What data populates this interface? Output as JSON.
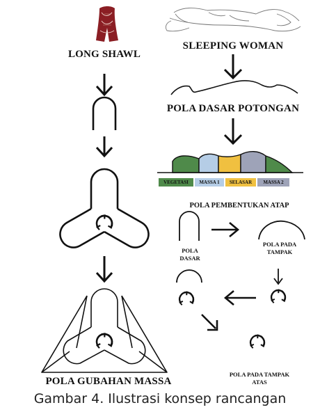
{
  "labels": {
    "long_shawl": "LONG SHAWL",
    "sleeping_woman": "SLEEPING WOMAN",
    "pola_dasar_potongan": "POLA DASAR POTONGAN",
    "pola_pembentukan_atap": "POLA PEMBENTUKAN ATAP",
    "pola_dasar": "POLA\nDASAR",
    "pola_pada_tampak": "POLA PADA\nTAMPAK",
    "pola_pada_tampak_atas": "POLA PADA TAMPAK\nATAS",
    "pola_gubahan_massa": "POLA GUBAHAN MASSA"
  },
  "legend": [
    {
      "text": "VEGETASI",
      "color": "#4f8a4a"
    },
    {
      "text": "MASSA 1",
      "color": "#b5cde6"
    },
    {
      "text": "SELASAR",
      "color": "#f0c040"
    },
    {
      "text": "MASSA 2",
      "color": "#9ea3b8"
    }
  ],
  "section_colors": {
    "vegetation": "#4f8a4a",
    "massa1": "#b5cde6",
    "selasar": "#f0c040",
    "massa2": "#9ea3b8",
    "shawl": "#8b1e24"
  },
  "caption": "Gambar 4. Ilustrasi konsep rancangan"
}
